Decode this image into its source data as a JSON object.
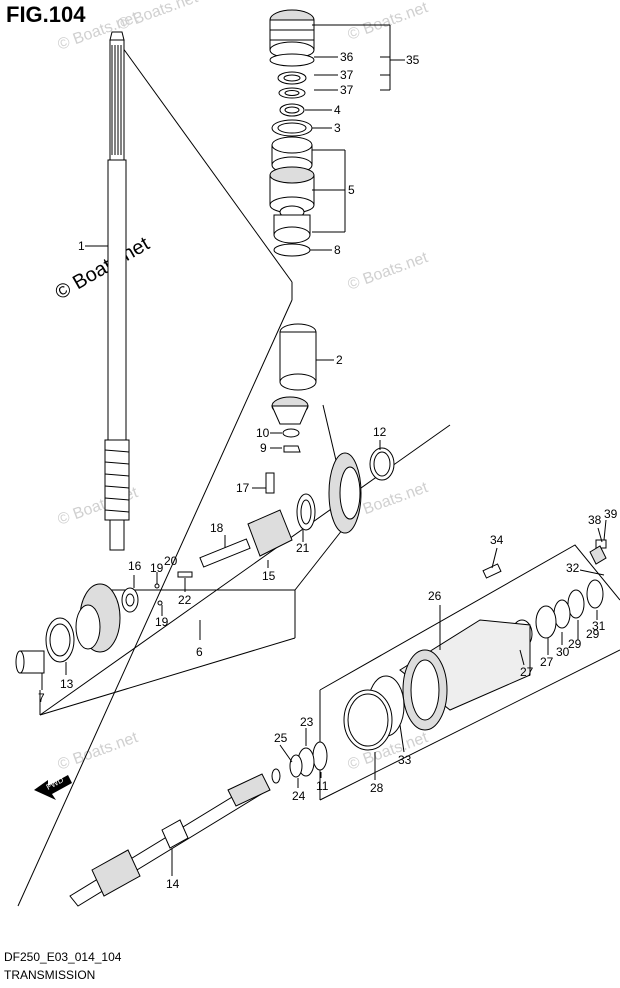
{
  "figure": {
    "title": "FIG.104",
    "code": "DF250_E03_014_104",
    "caption": "TRANSMISSION"
  },
  "watermark": {
    "text": "© Boats.net",
    "color": "#d0d0d0"
  },
  "fwd_arrow_label": "FWD",
  "callouts": [
    {
      "id": "c1",
      "text": "1"
    },
    {
      "id": "c2",
      "text": "2"
    },
    {
      "id": "c3",
      "text": "3"
    },
    {
      "id": "c4",
      "text": "4"
    },
    {
      "id": "c5",
      "text": "5"
    },
    {
      "id": "c6",
      "text": "6"
    },
    {
      "id": "c7",
      "text": "7"
    },
    {
      "id": "c8",
      "text": "8"
    },
    {
      "id": "c9",
      "text": "9"
    },
    {
      "id": "c10",
      "text": "10"
    },
    {
      "id": "c11",
      "text": "11"
    },
    {
      "id": "c12",
      "text": "12"
    },
    {
      "id": "c13",
      "text": "13"
    },
    {
      "id": "c14",
      "text": "14"
    },
    {
      "id": "c15",
      "text": "15"
    },
    {
      "id": "c16",
      "text": "16"
    },
    {
      "id": "c17",
      "text": "17"
    },
    {
      "id": "c18",
      "text": "18"
    },
    {
      "id": "c19a",
      "text": "19"
    },
    {
      "id": "c19b",
      "text": "19"
    },
    {
      "id": "c20",
      "text": "20"
    },
    {
      "id": "c21",
      "text": "21"
    },
    {
      "id": "c22",
      "text": "22"
    },
    {
      "id": "c23",
      "text": "23"
    },
    {
      "id": "c24",
      "text": "24"
    },
    {
      "id": "c25",
      "text": "25"
    },
    {
      "id": "c26",
      "text": "26"
    },
    {
      "id": "c27a",
      "text": "27"
    },
    {
      "id": "c27b",
      "text": "27"
    },
    {
      "id": "c28",
      "text": "28"
    },
    {
      "id": "c29a",
      "text": "29"
    },
    {
      "id": "c29b",
      "text": "29"
    },
    {
      "id": "c30",
      "text": "30"
    },
    {
      "id": "c31",
      "text": "31"
    },
    {
      "id": "c32",
      "text": "32"
    },
    {
      "id": "c33",
      "text": "33"
    },
    {
      "id": "c34",
      "text": "34"
    },
    {
      "id": "c35",
      "text": "35"
    },
    {
      "id": "c36",
      "text": "36"
    },
    {
      "id": "c37a",
      "text": "37"
    },
    {
      "id": "c37b",
      "text": "37"
    },
    {
      "id": "c38",
      "text": "38"
    },
    {
      "id": "c39",
      "text": "39"
    }
  ]
}
